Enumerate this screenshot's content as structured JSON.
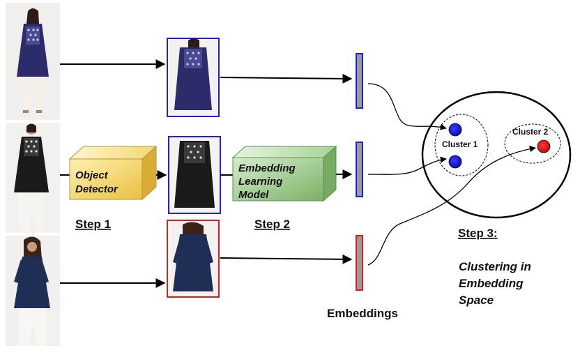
{
  "diagram": {
    "step1_label": "Step 1",
    "step2_label": "Step 2",
    "step3_label": "Step 3:",
    "step3_caption_lines": [
      "Clustering in",
      "Embedding",
      "Space"
    ],
    "object_detector_lines": [
      "Object",
      "Detector"
    ],
    "embedding_model_lines": [
      "Embedding",
      "Learning",
      "Model"
    ],
    "embeddings_label": "Embeddings",
    "cluster1_label": "Cluster 1",
    "cluster2_label": "Cluster 2"
  },
  "colors": {
    "detector_box": "#f3cf55",
    "model_box": "#8fc47d",
    "blue_frame": "#1f22c9",
    "red_frame": "#d42020",
    "blue_point": "#1515e6",
    "red_point": "#e81414",
    "dress_purple": "#2a2a66",
    "dress_black": "#1b1b1b",
    "dress_navy": "#1d2d55"
  }
}
